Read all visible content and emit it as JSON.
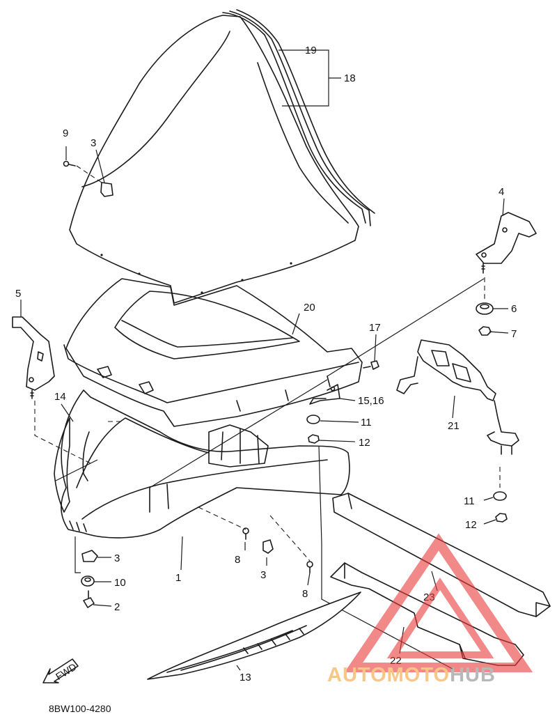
{
  "diagram": {
    "code": "8BW100-4280",
    "fwd_label": "FWD",
    "callouts": [
      {
        "id": "c19",
        "text": "19"
      },
      {
        "id": "c18",
        "text": "18"
      },
      {
        "id": "c9",
        "text": "9"
      },
      {
        "id": "c3a",
        "text": "3"
      },
      {
        "id": "c4",
        "text": "4"
      },
      {
        "id": "c5",
        "text": "5"
      },
      {
        "id": "c20",
        "text": "20"
      },
      {
        "id": "c6",
        "text": "6"
      },
      {
        "id": "c7",
        "text": "7"
      },
      {
        "id": "c17",
        "text": "17"
      },
      {
        "id": "c14",
        "text": "14"
      },
      {
        "id": "c1516",
        "text": "15,16"
      },
      {
        "id": "c11a",
        "text": "11"
      },
      {
        "id": "c21",
        "text": "21"
      },
      {
        "id": "c12a",
        "text": "12"
      },
      {
        "id": "c11b",
        "text": "11"
      },
      {
        "id": "c12b",
        "text": "12"
      },
      {
        "id": "c3b",
        "text": "3"
      },
      {
        "id": "c8a",
        "text": "8"
      },
      {
        "id": "c1",
        "text": "1"
      },
      {
        "id": "c10",
        "text": "10"
      },
      {
        "id": "c3c",
        "text": "3"
      },
      {
        "id": "c8b",
        "text": "8"
      },
      {
        "id": "c2",
        "text": "2"
      },
      {
        "id": "c23",
        "text": "23"
      },
      {
        "id": "c22",
        "text": "22"
      },
      {
        "id": "c13",
        "text": "13"
      }
    ]
  },
  "watermark": {
    "part1": "AUTOMOTO",
    "part2": "HUB",
    "color_primary": "#f4a23a",
    "color_secondary": "#ea3b3b"
  }
}
